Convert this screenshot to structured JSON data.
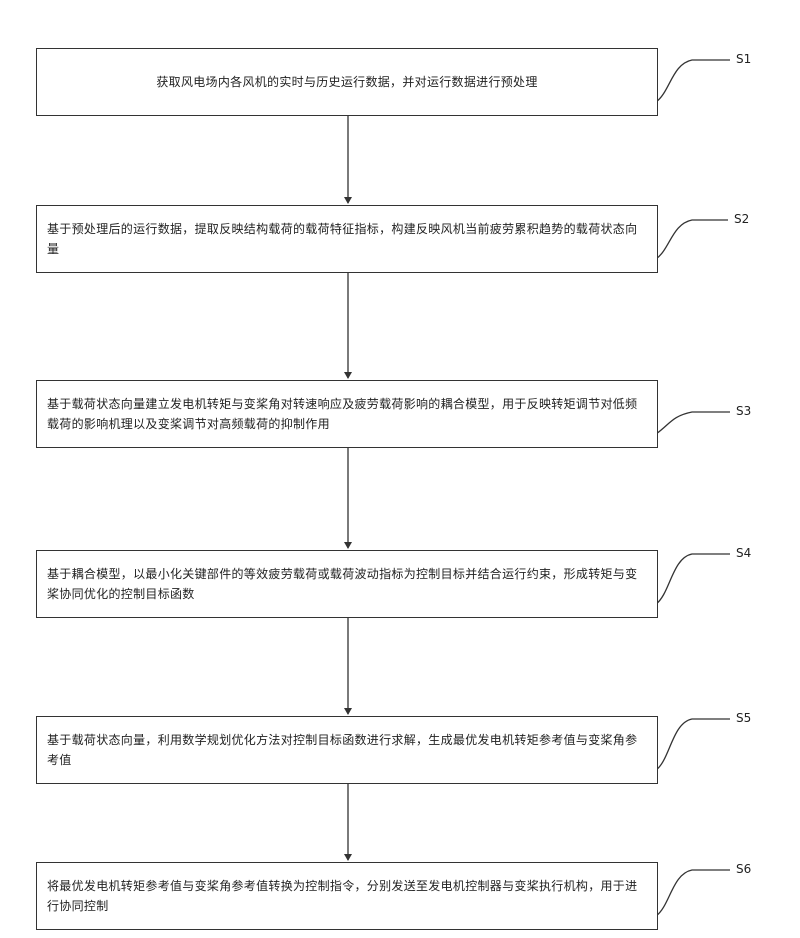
{
  "steps": [
    {
      "label": "S1",
      "text": "获取风电场内各风机的实时与历史运行数据，并对运行数据进行预处理"
    },
    {
      "label": "S2",
      "text": "基于预处理后的运行数据，提取反映结构载荷的载荷特征指标，构建反映风机当前疲劳累积趋势的载荷状态向量"
    },
    {
      "label": "S3",
      "text": "基于载荷状态向量建立发电机转矩与变桨角对转速响应及疲劳载荷影响的耦合模型，用于反映转矩调节对低频载荷的影响机理以及变桨调节对高频载荷的抑制作用"
    },
    {
      "label": "S4",
      "text": "基于耦合模型，以最小化关键部件的等效疲劳载荷或载荷波动指标为控制目标并结合运行约束，形成转矩与变桨协同优化的控制目标函数"
    },
    {
      "label": "S5",
      "text": "基于载荷状态向量，利用数学规划优化方法对控制目标函数进行求解，生成最优发电机转矩参考值与变桨角参考值"
    },
    {
      "label": "S6",
      "text": "将最优发电机转矩参考值与变桨角参考值转换为控制指令，分别发送至发电机控制器与变桨执行机构，用于进行协同控制"
    }
  ]
}
